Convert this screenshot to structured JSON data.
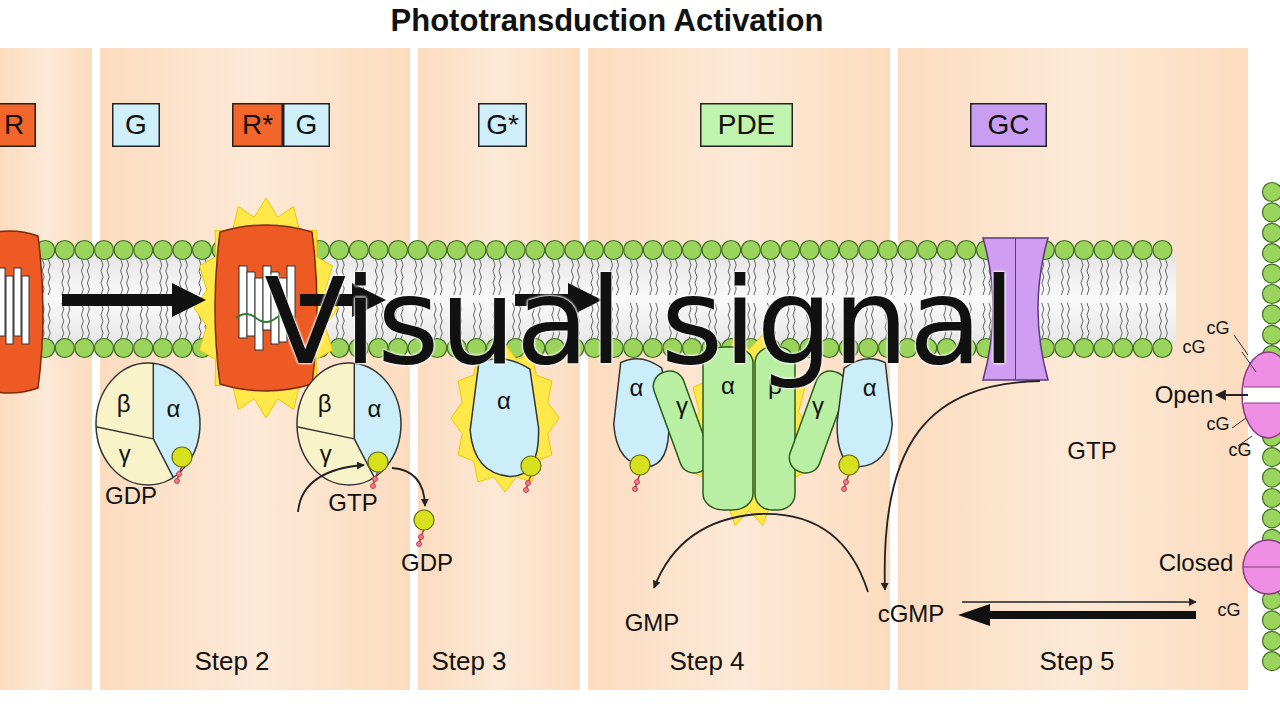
{
  "diagram": {
    "title": "Phototransduction Activation",
    "nodes": [
      {
        "text": [
          "R"
        ]
      },
      {
        "text": [
          "G"
        ]
      },
      {
        "text": [
          "R*"
        ]
      },
      {
        "text": [
          "G"
        ]
      },
      {
        "text": [
          "G*"
        ]
      },
      {
        "text": [
          "PDE"
        ]
      },
      {
        "text": [
          "GC"
        ]
      },
      {
        "text": [
          "β",
          "α",
          "γ"
        ]
      },
      {
        "text": [
          "β",
          "α",
          "γ"
        ]
      },
      {
        "text": [
          "α"
        ]
      },
      {
        "text": [
          "α"
        ]
      },
      {
        "text": [
          "γ"
        ]
      },
      {
        "text": [
          "α"
        ]
      },
      {
        "text": [
          "β"
        ]
      },
      {
        "text": [
          "γ"
        ]
      },
      {
        "text": [
          "α"
        ]
      }
    ],
    "labels": [
      "cG",
      "cG",
      "Open",
      "cG",
      "cG",
      "GDP",
      "GTP",
      "GTP",
      "GDP",
      "Closed",
      "cG",
      "GMP",
      "cGMP",
      "Step 2",
      "Step 3",
      "Step 4",
      "Step 5",
      "Visual signal"
    ]
  }
}
